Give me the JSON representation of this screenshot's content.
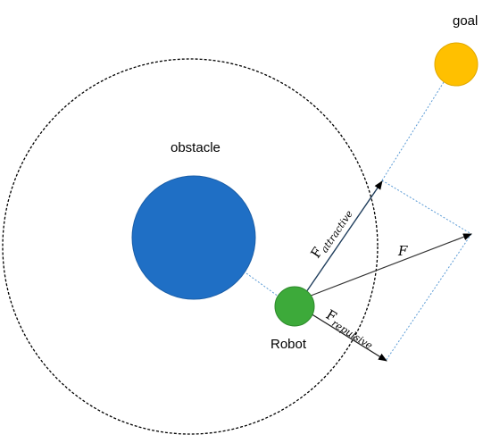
{
  "labels": {
    "goal": "goal",
    "obstacle": "obstacle",
    "robot": "Robot",
    "resultant_force": "F",
    "attractive_force_symbol": "F",
    "attractive_force_subscript": "attractive",
    "repulsive_force_symbol": "F",
    "repulsive_force_subscript": "repulsive"
  },
  "colors": {
    "goal": "#FFC000",
    "goal_outline": "#E0A800",
    "obstacle": "#1F6FC5",
    "obstacle_outline": "#1A5EA8",
    "robot": "#3DAA3A",
    "robot_outline": "#2E8A2C",
    "attractive_arrow": "#1F3D5C",
    "resultant_arrow": "#333333",
    "repulsive_arrow": "#222222",
    "guide_line": "#5B9BD5",
    "influence_boundary": "#000000"
  }
}
